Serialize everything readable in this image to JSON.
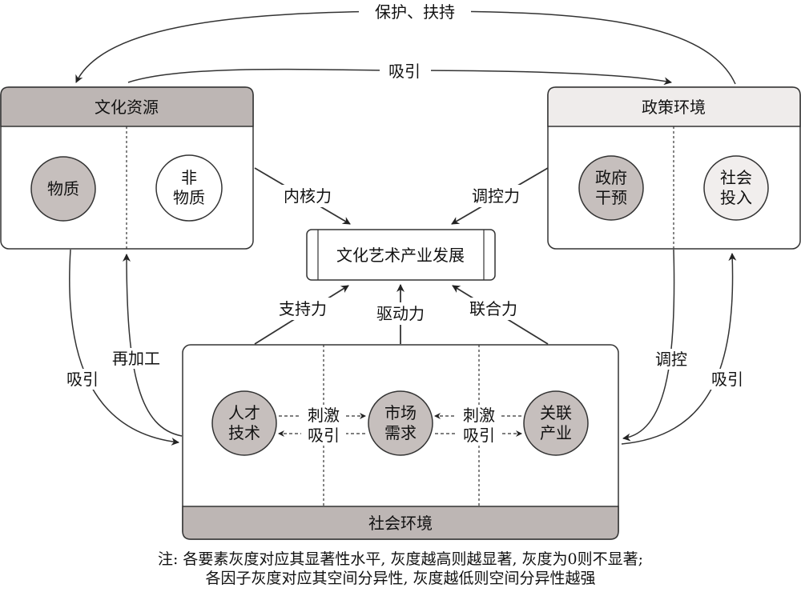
{
  "colors": {
    "header_dark": "#bdb6b4",
    "header_light": "#efeceb",
    "circle_dark": "#c6bfbd",
    "circle_light": "#f1eeed",
    "stroke": "#333333"
  },
  "top_arcs": {
    "protect": "保护、扶持",
    "attract": "吸引"
  },
  "culture_resources": {
    "title": "文化资源",
    "circle_material": "物质",
    "circle_nonmaterial_line1": "非",
    "circle_nonmaterial_line2": "物质"
  },
  "policy_environment": {
    "title": "政策环境",
    "circle_gov_line1": "政府",
    "circle_gov_line2": "干预",
    "circle_social_line1": "社会",
    "circle_social_line2": "投入"
  },
  "center": {
    "title": "文化艺术产业发展"
  },
  "forces": {
    "core": "内核力",
    "regulate": "调控力",
    "support": "支持力",
    "drive": "驱动力",
    "joint": "联合力"
  },
  "social_environment": {
    "title": "社会环境",
    "circle_talent_line1": "人才",
    "circle_talent_line2": "技术",
    "circle_market_line1": "市场",
    "circle_market_line2": "需求",
    "circle_related_line1": "关联",
    "circle_related_line2": "产业",
    "stimulate_left": "刺激",
    "attract_left": "吸引",
    "stimulate_right": "刺激",
    "attract_right": "吸引"
  },
  "side_labels": {
    "left_attract": "吸引",
    "left_reprocess": "再加工",
    "right_regulate": "调控",
    "right_attract": "吸引"
  },
  "note": {
    "line1": "注: 各要素灰度对应其显著性水平, 灰度越高则越显著, 灰度为0则不显著;",
    "line2": "各因子灰度对应其空间分异性, 灰度越低则空间分异性越强"
  }
}
